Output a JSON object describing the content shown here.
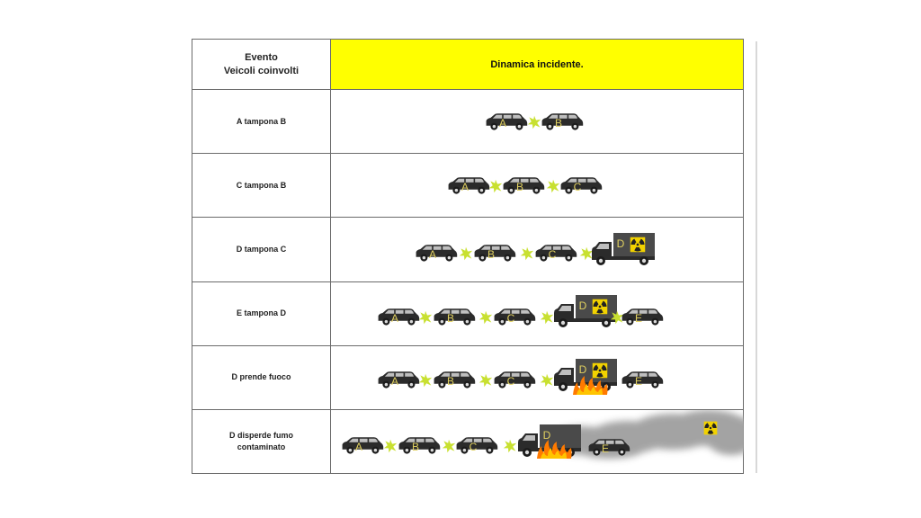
{
  "header": {
    "col1_line1": "Evento",
    "col1_line2": "Veicoli coinvolti",
    "col2": "Dinamica incidente."
  },
  "rows": [
    {
      "label": "A tampona B",
      "label_lines": [
        "A tampona B"
      ],
      "letters": [
        "A",
        "B"
      ]
    },
    {
      "label": "C tampona B",
      "label_lines": [
        "C tampona B"
      ],
      "letters": [
        "A",
        "B",
        "C"
      ]
    },
    {
      "label": "D tampona C",
      "label_lines": [
        "D tampona C"
      ],
      "letters": [
        "A",
        "B",
        "C",
        "D"
      ]
    },
    {
      "label": "E tampona D",
      "label_lines": [
        "E tampona D"
      ],
      "letters": [
        "A",
        "B",
        "C",
        "D",
        "E"
      ]
    },
    {
      "label": "D prende fuoco",
      "label_lines": [
        "D prende fuoco"
      ],
      "letters": [
        "A",
        "B",
        "C",
        "D",
        "E"
      ]
    },
    {
      "label": "D disperde fumo contaminato",
      "label_lines": [
        "D disperde fumo",
        "contaminato"
      ],
      "letters": [
        "A",
        "B",
        "C",
        "D",
        "E"
      ]
    }
  ],
  "icons": {
    "radiation": "radiation-icon",
    "fire": "fire-icon",
    "smoke": "smoke-cloud",
    "impact": "impact-burst-icon"
  },
  "colors": {
    "header_highlight": "#ffff00",
    "vehicle_body": "#2b2b2b",
    "letter": "#e0d060",
    "impact": "#c8e030",
    "fire": "#ff7a00",
    "radiation_bg": "#f2d200",
    "grid": "#6b6b6b"
  }
}
